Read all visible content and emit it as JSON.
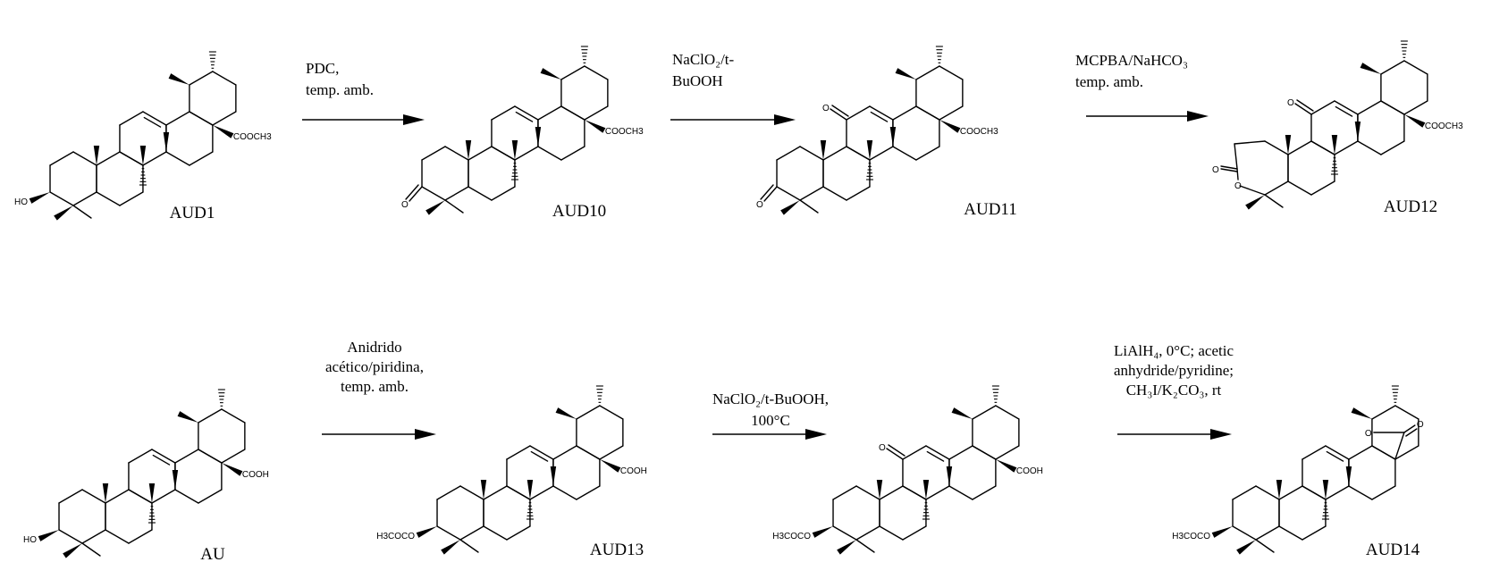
{
  "compounds": [
    {
      "label": "AUD1"
    },
    {
      "label": "AUD10"
    },
    {
      "label": "AUD11"
    },
    {
      "label": "AUD12"
    },
    {
      "label": "AU"
    },
    {
      "label": "AUD13"
    },
    {
      "label": ""
    },
    {
      "label": "AUD14"
    }
  ],
  "arrows": [
    {
      "lines": [
        "PDC,",
        "temp. amb."
      ],
      "align": "left"
    },
    {
      "lines": [
        "NaClO2/t-",
        "BuOOH"
      ],
      "align": "left"
    },
    {
      "lines": [
        "MCPBA/NaHCO3",
        "temp. amb."
      ],
      "align": "left"
    },
    {
      "lines": [
        "Anidrido",
        "acético/piridina,",
        "temp. amb."
      ],
      "align": "center"
    },
    {
      "lines": [
        "NaClO2/t-BuOOH,",
        "100°C"
      ],
      "align": "center"
    },
    {
      "lines": [
        "LiAlH4, 0°C; acetic",
        "anhydride/pyridine;",
        "CH3I/K2CO3, rt"
      ],
      "align": "center"
    }
  ],
  "groups": {
    "hydroxyl": "HO",
    "ketone_o": "O",
    "lactone_o": "O",
    "methyl_ester": "COOCH3",
    "acid": "COOH",
    "acetate": "H3COCO"
  }
}
